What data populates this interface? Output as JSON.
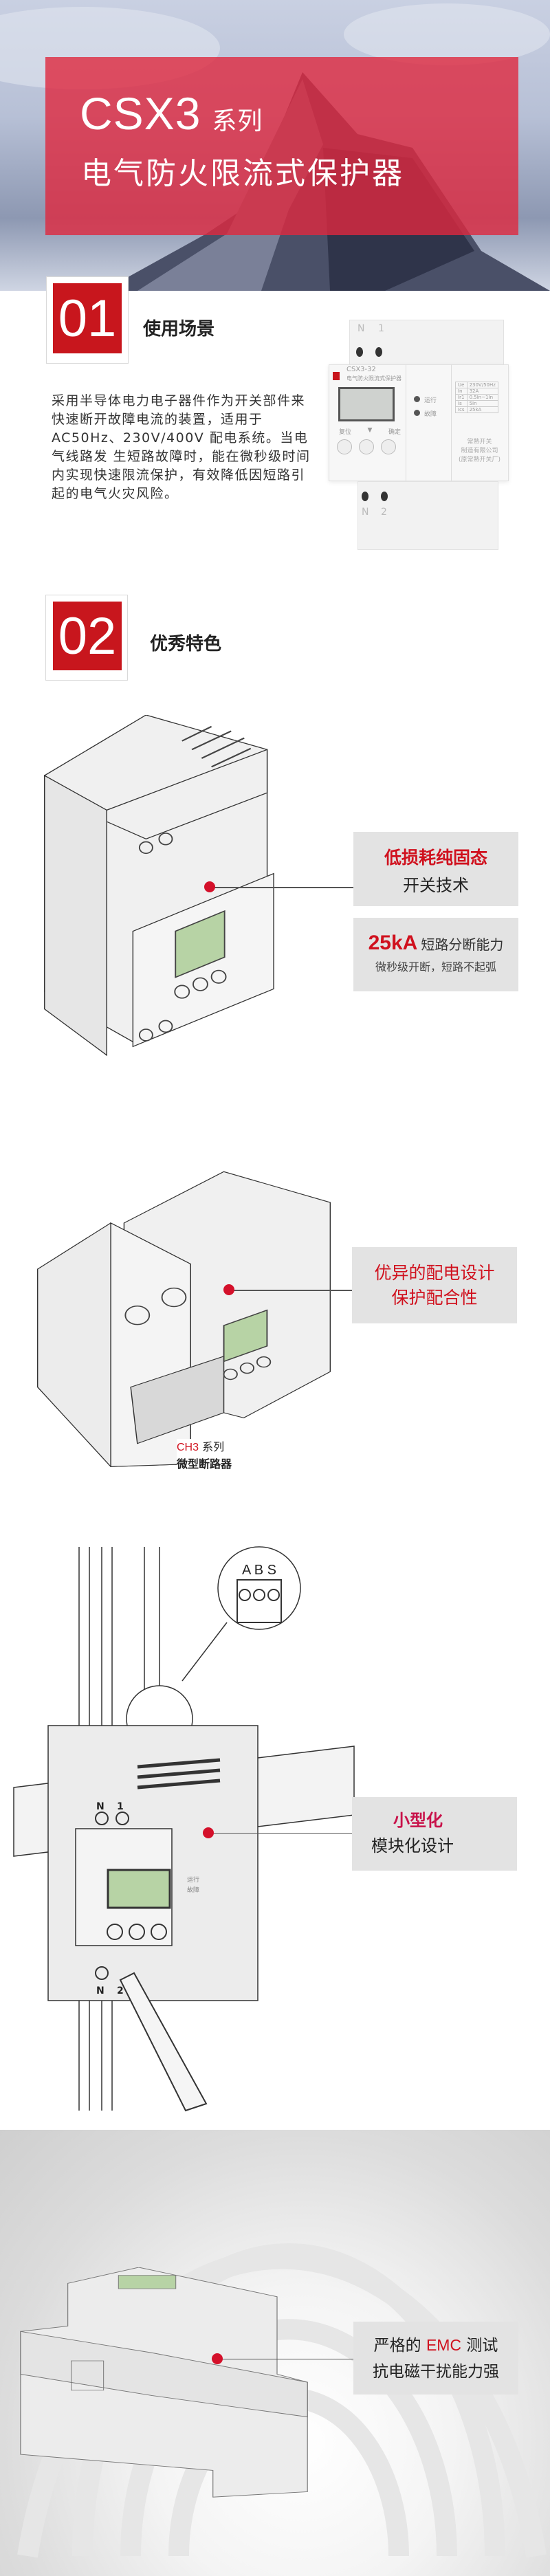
{
  "hero": {
    "model": "CSX3",
    "series": "系列",
    "product_name": "电气防火限流式保护器"
  },
  "section1": {
    "number": "01",
    "title": "使用场景",
    "description": "采用半导体电力电子器件作为开关部件来快速断开故障电流的装置，适用于 AC50Hz、230V/400V 配电系统。当电气线路发 生短路故障时，能在微秒级时间内实现快速限流保护，有效降低因短路引起的电气火灾风险。",
    "device": {
      "model": "CSX3-32",
      "label": "电气防火限流式保护器",
      "terminals_top": [
        "N",
        "1"
      ],
      "terminals_bottom": [
        "N",
        "2"
      ],
      "buttons": [
        "复位",
        "▼",
        "确定"
      ],
      "indicators": [
        "运行",
        "故障"
      ],
      "specs": [
        [
          "Ue",
          "230V/50Hz"
        ],
        [
          "In",
          "32A"
        ],
        [
          "Ir1",
          "0.5In~1In"
        ],
        [
          "Is",
          "5In"
        ],
        [
          "Ics",
          "25kA"
        ]
      ],
      "maker": [
        "常熟开关",
        "制造有限公司",
        "(原常熟开关厂)"
      ]
    }
  },
  "section2": {
    "number": "02",
    "title": "优秀特色",
    "features": [
      {
        "highlight": "低损耗纯固态",
        "text": "开关技术"
      },
      {
        "highlight": "25kA",
        "text": "短路分断能力",
        "subtext": "微秒级开断，短路不起弧"
      },
      {
        "highlight": "优异的配电设计",
        "highlight2": "保护配合性",
        "caption_red": "CH3",
        "caption": "系列",
        "caption2": "微型断路器"
      },
      {
        "highlight": "小型化",
        "text": "模块化设计",
        "connector_labels": "A B S",
        "indicators": [
          "运行",
          "故障"
        ],
        "terminals_top": [
          "N",
          "1"
        ],
        "terminals_bottom": [
          "N",
          "2"
        ]
      },
      {
        "text_before": "严格的",
        "highlight": "EMC",
        "text_after": "测试",
        "text2": "抗电磁干扰能力强"
      }
    ]
  },
  "colors": {
    "brand_red": "#c8161d",
    "accent_red": "#d0111e",
    "box_gray": "#e3e3e3"
  }
}
